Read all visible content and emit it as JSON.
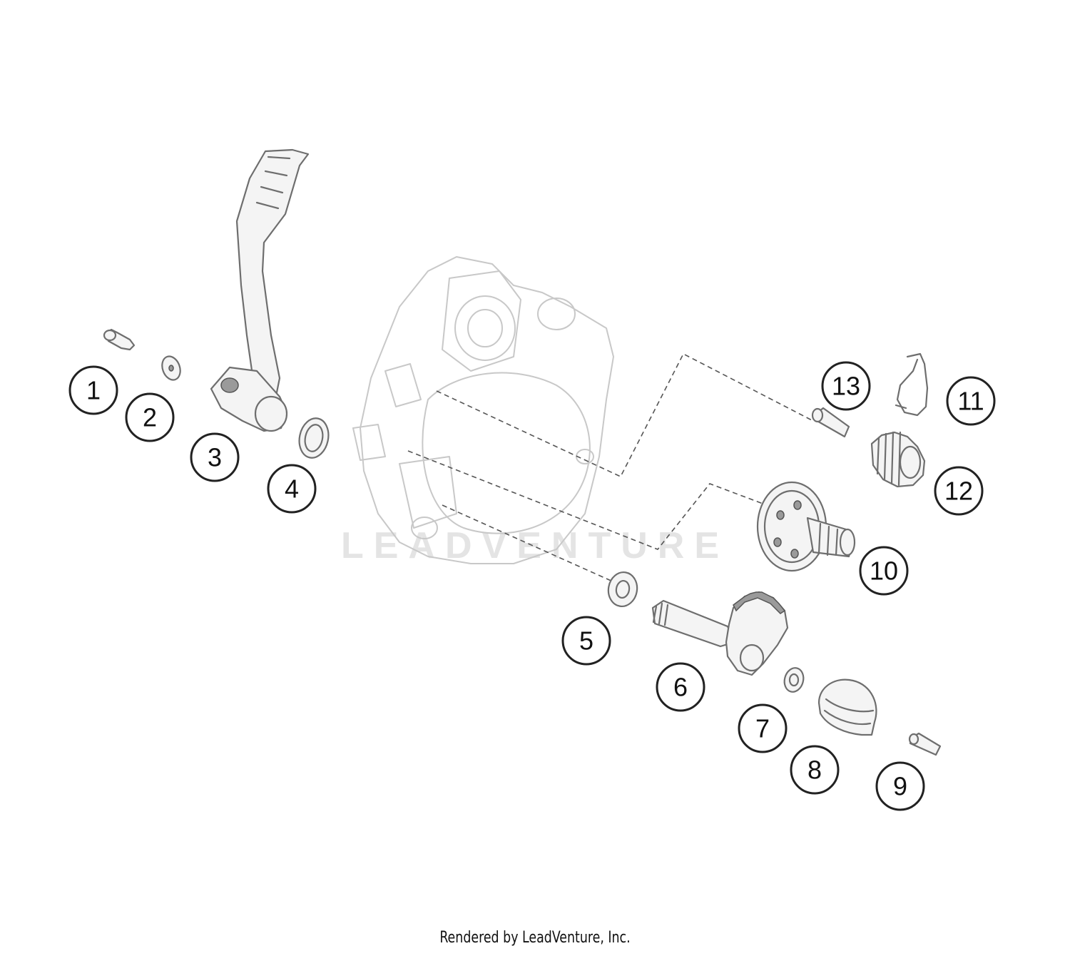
{
  "diagram": {
    "watermark": "LEADVENTURE",
    "callouts": [
      "1",
      "2",
      "3",
      "4",
      "5",
      "6",
      "7",
      "8",
      "9",
      "10",
      "11",
      "12",
      "13"
    ],
    "footer": "Rendered by LeadVenture, Inc."
  }
}
